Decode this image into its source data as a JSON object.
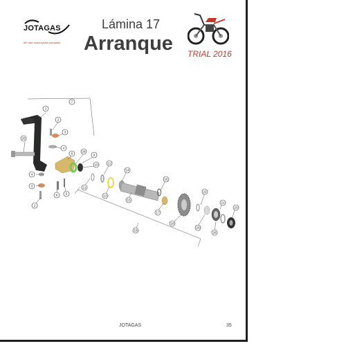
{
  "header": {
    "brand": "JOTAGAS",
    "tagline": "off road motorcycles company",
    "plate_number": "Lámina 17",
    "title": "Arranque",
    "model": "TRIAL 2016"
  },
  "footer": {
    "brand": "JOTAGAS",
    "page_number": "35"
  },
  "colors": {
    "accent_red": "#c0392b",
    "heading_gray": "#3e3e3e",
    "part_gold": "#d6b86a",
    "part_green": "#7dc35b",
    "part_yellow": "#f0d020"
  },
  "callouts": [
    "1",
    "2",
    "3",
    "4",
    "5",
    "6",
    "7",
    "8",
    "9",
    "10",
    "11",
    "12",
    "13",
    "14",
    "15",
    "16",
    "17",
    "18",
    "19",
    "20",
    "21",
    "22",
    "23",
    "24",
    "25",
    "26",
    "27",
    "28",
    "29"
  ]
}
